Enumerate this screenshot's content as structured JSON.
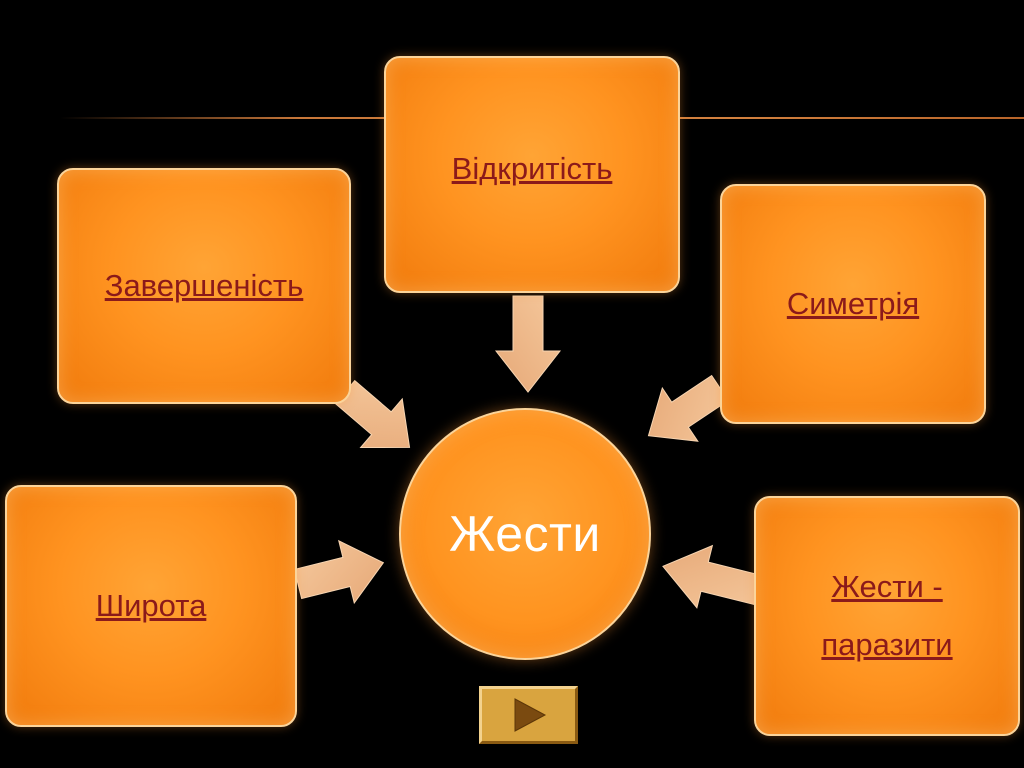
{
  "diagram": {
    "center": {
      "label": "Жести"
    },
    "nodes": [
      {
        "id": "zavershenist",
        "lines": [
          "Завершеність"
        ]
      },
      {
        "id": "vidkrytist",
        "lines": [
          "Відкритість"
        ]
      },
      {
        "id": "symetriia",
        "lines": [
          "Симетрія"
        ]
      },
      {
        "id": "shyrota",
        "lines": [
          "Широта"
        ]
      },
      {
        "id": "zhesty-paraz",
        "lines": [
          "Жести -",
          "паразити"
        ]
      }
    ]
  },
  "colors": {
    "background": "#000000",
    "box_fill": "#ff9320",
    "box_border": "#fbd49a",
    "link_text": "#8b1a1a",
    "center_text": "#ffffff",
    "arrow_fill": "#eeb98a",
    "nav_button": "#d9a43f",
    "nav_triangle": "#7a4a10"
  },
  "controls": {
    "next_icon": "play-triangle-icon"
  }
}
